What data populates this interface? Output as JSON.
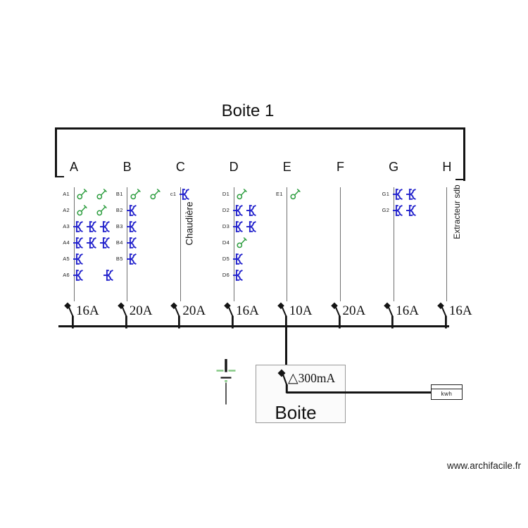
{
  "title": "Boite 1",
  "website": "www.archifacile.fr",
  "colors": {
    "line": "#141414",
    "column_line": "#707070",
    "lamp_green": "#2f9e41",
    "socket_blue": "#2222cc",
    "earth_green": "#82c882",
    "box_border": "#999999"
  },
  "columns": [
    {
      "letter": "A",
      "breaker": "16A",
      "rows": [
        {
          "label": "A1",
          "symbols": [
            "lamp",
            "lamp"
          ]
        },
        {
          "label": "A2",
          "symbols": [
            "lamp",
            "lamp"
          ]
        },
        {
          "label": "A3",
          "symbols": [
            "socket",
            "socket",
            "socket"
          ]
        },
        {
          "label": "A4",
          "symbols": [
            "socket",
            "socket",
            "socket"
          ]
        },
        {
          "label": "A5",
          "symbols": [
            "socket"
          ]
        },
        {
          "label": "A6",
          "symbols": [
            "socket",
            "socket_detached"
          ]
        }
      ]
    },
    {
      "letter": "B",
      "breaker": "20A",
      "rows": [
        {
          "label": "B1",
          "symbols": [
            "lamp",
            "lamp"
          ]
        },
        {
          "label": "B2",
          "symbols": [
            "socket"
          ]
        },
        {
          "label": "B3",
          "symbols": [
            "socket"
          ]
        },
        {
          "label": "B4",
          "symbols": [
            "socket"
          ]
        },
        {
          "label": "B5",
          "symbols": [
            "socket"
          ]
        }
      ]
    },
    {
      "letter": "C",
      "breaker": "20A",
      "note": "Chaudière",
      "rows": [
        {
          "label": "c1",
          "symbols": [
            "socket"
          ]
        }
      ]
    },
    {
      "letter": "D",
      "breaker": "16A",
      "rows": [
        {
          "label": "D1",
          "symbols": [
            "lamp"
          ]
        },
        {
          "label": "D2",
          "symbols": [
            "socket",
            "socket"
          ]
        },
        {
          "label": "D3",
          "symbols": [
            "socket",
            "socket"
          ]
        },
        {
          "label": "D4",
          "symbols": [
            "lamp"
          ]
        },
        {
          "label": "D5",
          "symbols": [
            "socket"
          ]
        },
        {
          "label": "D6",
          "symbols": [
            "socket"
          ]
        }
      ]
    },
    {
      "letter": "E",
      "breaker": "10A",
      "rows": [
        {
          "label": "E1",
          "symbols": [
            "lamp"
          ]
        }
      ]
    },
    {
      "letter": "F",
      "breaker": "20A",
      "rows": []
    },
    {
      "letter": "G",
      "breaker": "16A",
      "rows": [
        {
          "label": "G1",
          "symbols": [
            "socket",
            "socket"
          ]
        },
        {
          "label": "G2",
          "symbols": [
            "socket",
            "socket"
          ]
        }
      ]
    },
    {
      "letter": "H",
      "breaker": "16A",
      "note": "Extracteur sdb",
      "rows": []
    }
  ],
  "main_box": {
    "label": "Boite",
    "delta": "△",
    "rating": "300mA"
  },
  "meter": {
    "label": "kwh"
  }
}
